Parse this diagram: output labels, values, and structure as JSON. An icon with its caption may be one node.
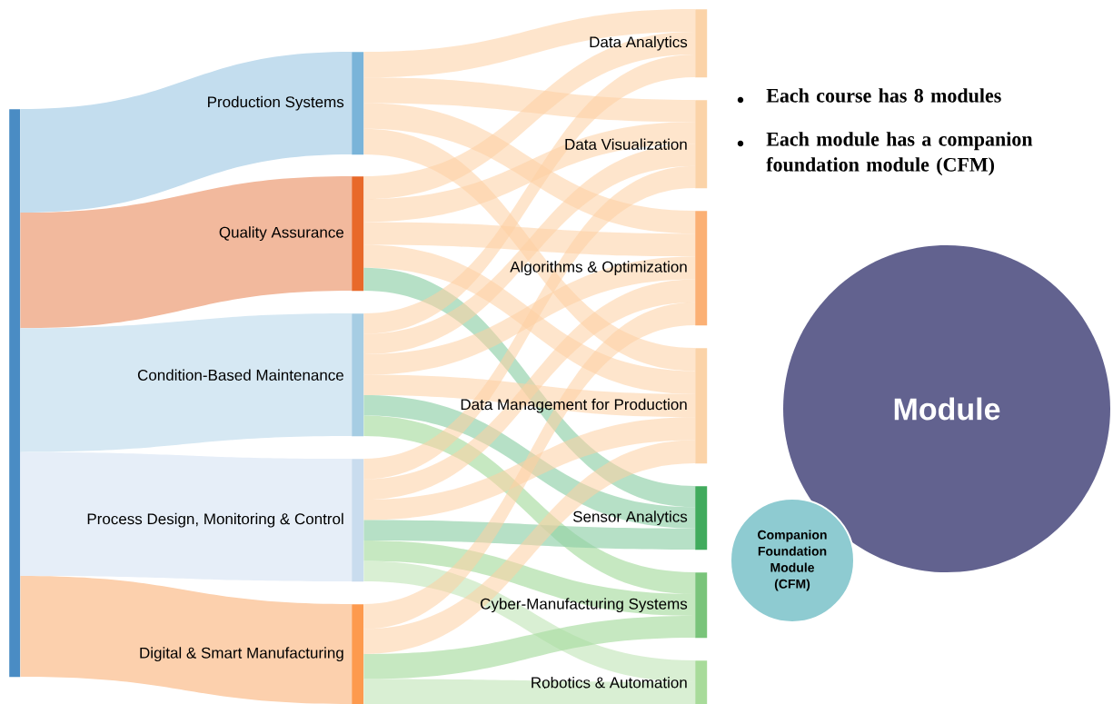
{
  "diagram": {
    "nodes": [
      {
        "text": [],
        "shape": "bar"
      },
      {
        "text": [
          "Production Systems"
        ]
      },
      {
        "text": [
          "Quality Assurance"
        ]
      },
      {
        "text": [
          "Condition-Based Maintenance"
        ]
      },
      {
        "text": [
          "Process Design, Monitoring & Control"
        ]
      },
      {
        "text": [
          "Digital & Smart Manufacturing"
        ]
      },
      {
        "text": [
          "Data Analytics"
        ]
      },
      {
        "text": [
          "Data Visualization"
        ]
      },
      {
        "text": [
          "Algorithms & Optimization"
        ]
      },
      {
        "text": [
          "Data Management for Production"
        ]
      },
      {
        "text": [
          "Sensor Analytics"
        ]
      },
      {
        "text": [
          "Cyber-Manufacturing Systems"
        ]
      },
      {
        "text": [
          "Robotics & Automation"
        ]
      },
      {
        "text": [
          "Module"
        ]
      },
      {
        "text": [
          "Companion Foundation Module (CFM)"
        ]
      }
    ],
    "edges": [
      {
        "from": 0,
        "to": 1,
        "arrow": "none",
        "color": "#c3ddee"
      },
      {
        "from": 0,
        "to": 2,
        "arrow": "none",
        "color": "#f2b99d"
      },
      {
        "from": 0,
        "to": 3,
        "arrow": "none",
        "color": "#d6e8f3"
      },
      {
        "from": 0,
        "to": 4,
        "arrow": "none",
        "color": "#e6eef8"
      },
      {
        "from": 0,
        "to": 5,
        "arrow": "none",
        "color": "#fcd0ad"
      },
      {
        "from": 1,
        "to": 6,
        "arrow": "none"
      },
      {
        "from": 1,
        "to": 7,
        "arrow": "none"
      },
      {
        "from": 1,
        "to": 8,
        "arrow": "none"
      },
      {
        "from": 1,
        "to": 9,
        "arrow": "none"
      },
      {
        "from": 2,
        "to": 6,
        "arrow": "none"
      },
      {
        "from": 2,
        "to": 7,
        "arrow": "none"
      },
      {
        "from": 2,
        "to": 8,
        "arrow": "none"
      },
      {
        "from": 2,
        "to": 9,
        "arrow": "none"
      },
      {
        "from": 2,
        "to": 10,
        "arrow": "none",
        "color": "#8fd0a8"
      },
      {
        "from": 3,
        "to": 6,
        "arrow": "none"
      },
      {
        "from": 3,
        "to": 7,
        "arrow": "none"
      },
      {
        "from": 3,
        "to": 8,
        "arrow": "none"
      },
      {
        "from": 3,
        "to": 9,
        "arrow": "none"
      },
      {
        "from": 3,
        "to": 10,
        "arrow": "none",
        "color": "#8fd0a8"
      },
      {
        "from": 3,
        "to": 11,
        "arrow": "none",
        "color": "#a8dba0"
      },
      {
        "from": 4,
        "to": 7,
        "arrow": "none"
      },
      {
        "from": 4,
        "to": 8,
        "arrow": "none"
      },
      {
        "from": 4,
        "to": 9,
        "arrow": "none"
      },
      {
        "from": 4,
        "to": 10,
        "arrow": "none",
        "color": "#8fd0a8"
      },
      {
        "from": 4,
        "to": 11,
        "arrow": "none",
        "color": "#a8dba0"
      },
      {
        "from": 4,
        "to": 12,
        "arrow": "none",
        "color": "#c4e6bc"
      },
      {
        "from": 5,
        "to": 8,
        "arrow": "none"
      },
      {
        "from": 5,
        "to": 9,
        "arrow": "none"
      },
      {
        "from": 5,
        "to": 11,
        "arrow": "none",
        "color": "#a8dba0"
      },
      {
        "from": 5,
        "to": 12,
        "arrow": "none",
        "color": "#c4e6bc"
      }
    ],
    "labels": [
      "Each course has 8 modules",
      "Each module has a companion foundation module (CFM)"
    ]
  }
}
